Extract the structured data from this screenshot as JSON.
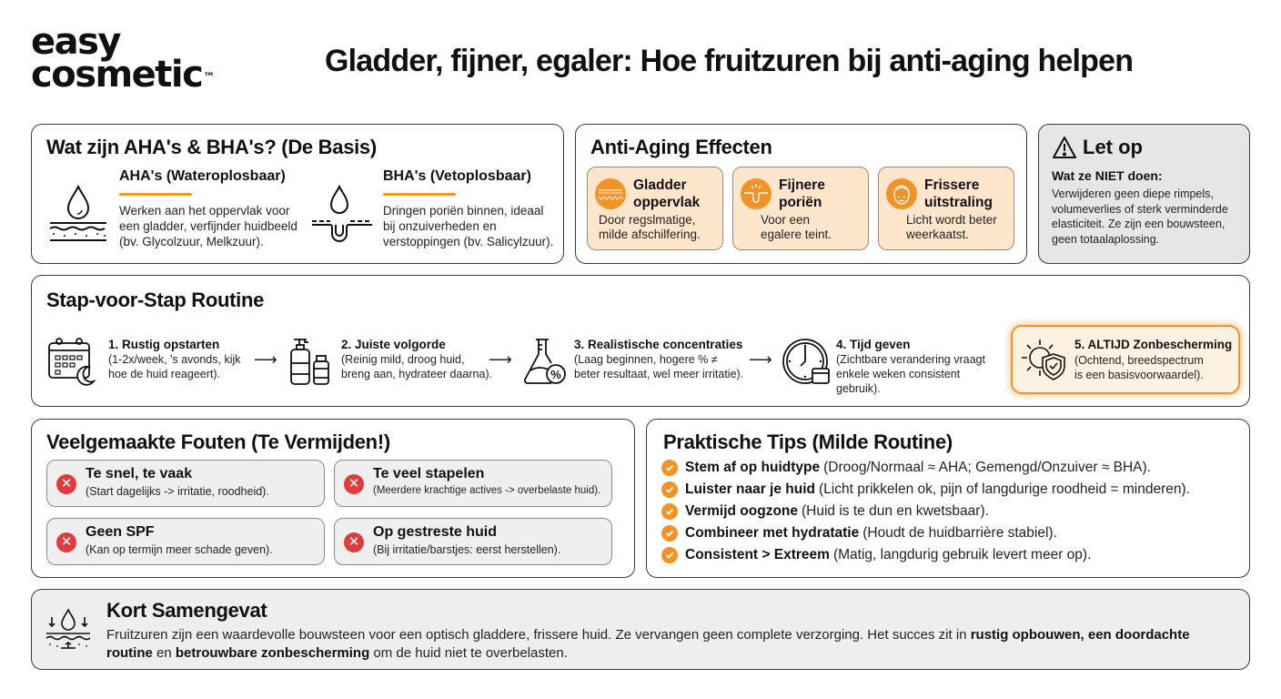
{
  "brand": {
    "line1": "easy",
    "line2": "cosmetic",
    "trademark": "™"
  },
  "title": "Gladder, fijner, egaler: Hoe fruitzuren bij anti-aging helpen",
  "basis": {
    "heading": "Wat zijn AHA's & BHA's? (De Basis)",
    "items": [
      {
        "icon": "water-drop-skin-surface-icon",
        "title": "AHA's (Wateroplosbaar)",
        "lines": [
          "Werken aan het oppervlak voor",
          "een gladder, verfijnder huidbeeld",
          "(bv. Glycolzuur, Melkzuur)."
        ]
      },
      {
        "icon": "water-drop-pore-icon",
        "title": "BHA's (Vetoplosbaar)",
        "lines": [
          "Dringen poriën binnen, ideaal",
          "bij onzuiverheden en",
          "verstoppingen (bv. Salicylzuur)."
        ]
      }
    ]
  },
  "effects": {
    "heading": "Anti-Aging Effecten",
    "items": [
      {
        "icon": "smooth-surface-icon",
        "title_1": "Gladder",
        "title_2": "oppervlak",
        "lines": [
          "Door regslmatige,",
          "milde afschilfering."
        ]
      },
      {
        "icon": "refined-pore-icon",
        "title_1": "Fijnere",
        "title_2": "poriën",
        "lines": [
          "Voor een",
          "egalere teint."
        ]
      },
      {
        "icon": "radiant-face-icon",
        "title_1": "Frissere",
        "title_2": "uitstraling",
        "lines": [
          "Licht wordt beter",
          "weerkaatst."
        ]
      }
    ]
  },
  "warning": {
    "icon": "warning-triangle-icon",
    "heading": "Let op",
    "subheading": "Wat ze NIET doen:",
    "lines": [
      "Verwijderen geen diepe rimpels,",
      "volumeverlies of sterk verminderde",
      "elasticiteit. Ze zijn een bouwsteen,",
      "geen totaalaplossing."
    ]
  },
  "routine": {
    "heading": "Stap-voor-Stap Routine",
    "arrow": "⟶",
    "steps": [
      {
        "icon": "calendar-moon-icon",
        "title": "1. Rustig opstarten",
        "lines": [
          "(1-2x/week, 's avonds, kijk",
          "hoe de huid reageert)."
        ]
      },
      {
        "icon": "pump-bottles-icon",
        "title": "2. Juiste volgorde",
        "lines": [
          "(Reinig mild, droog huid,",
          "breng aan, hydrateer daarna)."
        ]
      },
      {
        "icon": "flask-percent-icon",
        "title": "3. Realistische concentraties",
        "lines": [
          "(Laag beginnen, hogere % ≠",
          "beter resultaat, wel meer irritatie)."
        ]
      },
      {
        "icon": "clock-calendar-icon",
        "title": "4. Tijd geven",
        "lines": [
          "(Zichtbare verandering vraagt",
          "enkele weken consistent",
          "gebruik)."
        ]
      },
      {
        "icon": "sun-shield-icon",
        "title": "5. ALTIJD Zonbescherming",
        "lines": [
          "(Ochtend, breedspectrum",
          "is een basisvoorwaardel)."
        ]
      }
    ]
  },
  "mistakes": {
    "heading": "Veelgemaakte Fouten (Te Vermijden!)",
    "icon_glyph": "✕",
    "items": [
      {
        "title": "Te snel, te vaak",
        "desc": "(Start dagelijks -> irritatie, roodheid)."
      },
      {
        "title": "Te veel stapelen",
        "desc": "(Meerdere krachtige actives -> overbelaste huid)."
      },
      {
        "title": "Geen SPF",
        "desc": "(Kan op termijn meer schade geven)."
      },
      {
        "title": "Op gestreste huid",
        "desc": "(Bij irritatie/barstjes: eerst herstellen)."
      }
    ]
  },
  "tips": {
    "heading": "Praktische Tips (Milde Routine)",
    "items": [
      {
        "bold": "Stem af op huidtype",
        "rest": "(Droog/Normaal ≈ AHA; Gemengd/Onzuiver ≈ BHA)."
      },
      {
        "bold": "Luister naar je huid",
        "rest": "(Licht prikkelen ok, pijn of langdurige roodheid = minderen)."
      },
      {
        "bold": "Vermijd oogzone",
        "rest": "(Huid is te dun en kwetsbaar)."
      },
      {
        "bold": "Combineer met hydratatie",
        "rest": "(Houdt de huidbarrière stabiel)."
      },
      {
        "bold": "Consistent > Extreem",
        "rest": "(Matig, langdurig gebruik levert meer op)."
      }
    ]
  },
  "summary": {
    "icon": "drop-skin-layers-icon",
    "heading": "Kort Samengevat",
    "text_1": "Fruitzuren zijn een waardevolle bouwsteen voor een optisch gladdere, frissere huid. Ze vervangen geen complete verzorging. Het succes zit in ",
    "bold_1": "rustig opbouwen,",
    "text_2": " ",
    "bold_2": "een doordachte routine",
    "text_3": " en ",
    "bold_3": "betrouwbare zonbescherming",
    "text_4": " om de huid niet te overbelasten."
  },
  "colors": {
    "accent": "#f29328",
    "accent_bg": "#fde6cc",
    "error": "#e03b3f",
    "warning_bg": "#e6e6e6",
    "summary_bg": "#eeeeee"
  }
}
